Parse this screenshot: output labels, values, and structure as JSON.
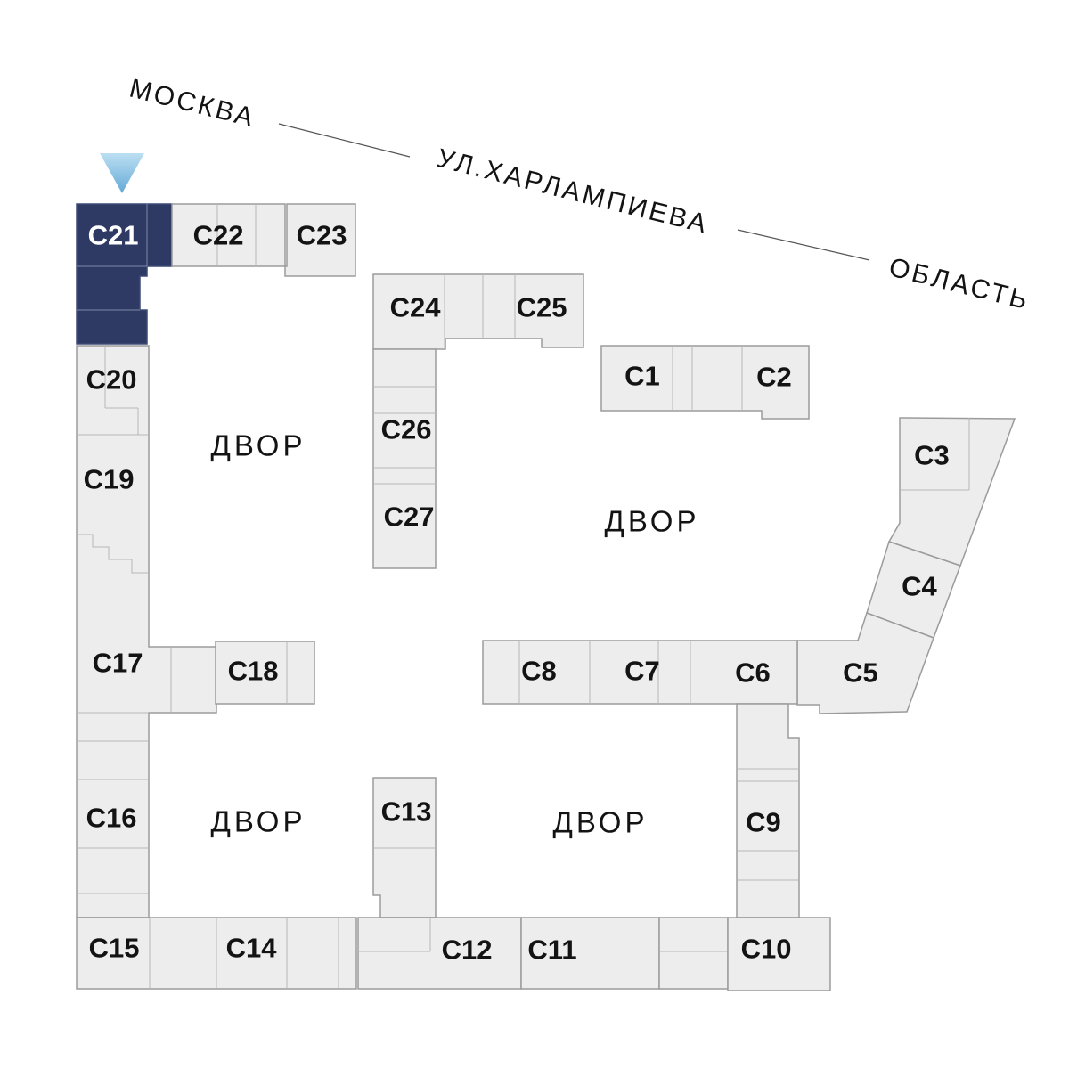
{
  "map": {
    "street": {
      "city_label": "МОСКВА",
      "name": "УЛ.ХАРЛАМПИЕВА",
      "region_label": "ОБЛАСТЬ"
    },
    "courtyards": [
      {
        "label": "ДВОР"
      },
      {
        "label": "ДВОР"
      },
      {
        "label": "ДВОР"
      },
      {
        "label": "ДВОР"
      }
    ],
    "buildings": [
      {
        "id": "c21",
        "label": "C21",
        "highlighted": true
      },
      {
        "id": "c22",
        "label": "C22"
      },
      {
        "id": "c23",
        "label": "C23"
      },
      {
        "id": "c24",
        "label": "C24"
      },
      {
        "id": "c25",
        "label": "C25"
      },
      {
        "id": "c26",
        "label": "C26"
      },
      {
        "id": "c27",
        "label": "C27"
      },
      {
        "id": "c1",
        "label": "C1"
      },
      {
        "id": "c2",
        "label": "C2"
      },
      {
        "id": "c3",
        "label": "C3"
      },
      {
        "id": "c4",
        "label": "C4"
      },
      {
        "id": "c5",
        "label": "C5"
      },
      {
        "id": "c6",
        "label": "C6"
      },
      {
        "id": "c7",
        "label": "C7"
      },
      {
        "id": "c8",
        "label": "C8"
      },
      {
        "id": "c9",
        "label": "C9"
      },
      {
        "id": "c10",
        "label": "C10"
      },
      {
        "id": "c11",
        "label": "C11"
      },
      {
        "id": "c12",
        "label": "C12"
      },
      {
        "id": "c13",
        "label": "C13"
      },
      {
        "id": "c14",
        "label": "C14"
      },
      {
        "id": "c15",
        "label": "C15"
      },
      {
        "id": "c16",
        "label": "C16"
      },
      {
        "id": "c17",
        "label": "C17"
      },
      {
        "id": "c18",
        "label": "C18"
      },
      {
        "id": "c19",
        "label": "C19"
      },
      {
        "id": "c20",
        "label": "C20"
      }
    ],
    "colors": {
      "highlight": "#2e3a64",
      "highlight_text": "#ffffff",
      "building_fill": "#ededed",
      "building_border": "#9b9b9b",
      "marker_gradient_top": "#bcdff2",
      "marker_gradient_bottom": "#64a9d6"
    }
  }
}
